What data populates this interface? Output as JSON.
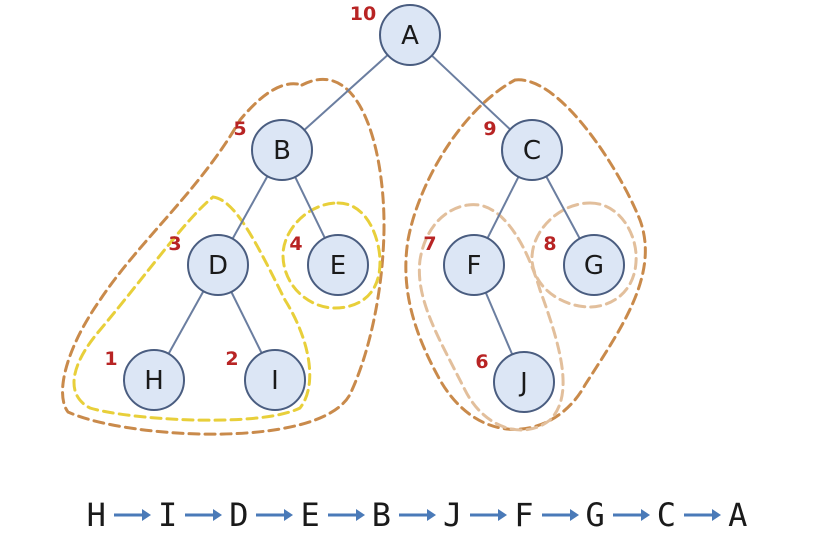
{
  "colors": {
    "outer_group": "#c98a4b",
    "inner_yellow": "#e8cf3a",
    "inner_tan": "#e2bf9c",
    "order_number": "#b82424",
    "arrow": "#4a7ab8"
  },
  "nodes": {
    "A": {
      "label": "A",
      "order": "10"
    },
    "B": {
      "label": "B",
      "order": "5"
    },
    "C": {
      "label": "C",
      "order": "9"
    },
    "D": {
      "label": "D",
      "order": "3"
    },
    "E": {
      "label": "E",
      "order": "4"
    },
    "F": {
      "label": "F",
      "order": "7"
    },
    "G": {
      "label": "G",
      "order": "8"
    },
    "H": {
      "label": "H",
      "order": "1"
    },
    "I": {
      "label": "I",
      "order": "2"
    },
    "J": {
      "label": "J",
      "order": "6"
    }
  },
  "edges": [
    [
      "A",
      "B"
    ],
    [
      "A",
      "C"
    ],
    [
      "B",
      "D"
    ],
    [
      "B",
      "E"
    ],
    [
      "D",
      "H"
    ],
    [
      "D",
      "I"
    ],
    [
      "C",
      "F"
    ],
    [
      "C",
      "G"
    ],
    [
      "F",
      "J"
    ]
  ],
  "sequence": [
    "H",
    "I",
    "D",
    "E",
    "B",
    "J",
    "F",
    "G",
    "C",
    "A"
  ]
}
